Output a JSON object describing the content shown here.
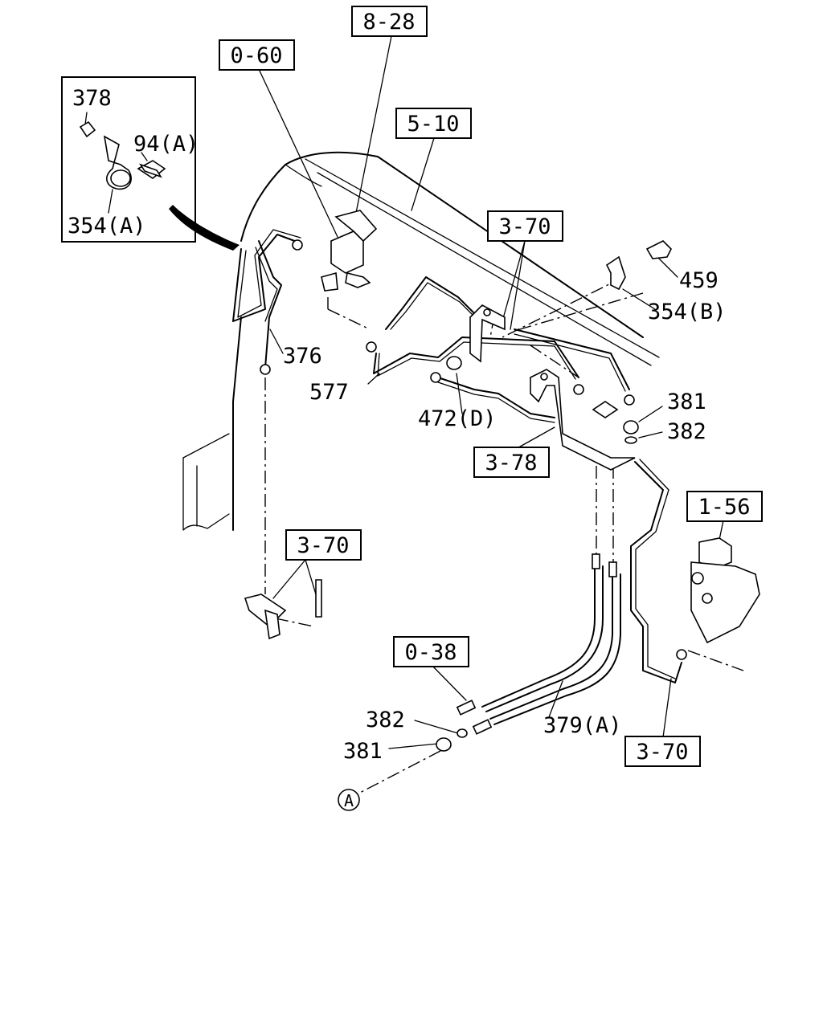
{
  "ref_boxes": {
    "b828": "8-28",
    "b060": "0-60",
    "b510": "5-10",
    "b370_top": "3-70",
    "b378": "3-78",
    "b156": "1-56",
    "b370_left": "3-70",
    "b038": "0-38",
    "b370_bottom": "3-70"
  },
  "part_labels": {
    "p378": "378",
    "p94a": "94(A)",
    "p354a": "354(A)",
    "p459": "459",
    "p354b": "354(B)",
    "p376": "376",
    "p577": "577",
    "p472d": "472(D)",
    "p381_r": "381",
    "p382_r": "382",
    "p382_b": "382",
    "p381_b": "381",
    "p379a": "379(A)",
    "callout_a": "A"
  }
}
